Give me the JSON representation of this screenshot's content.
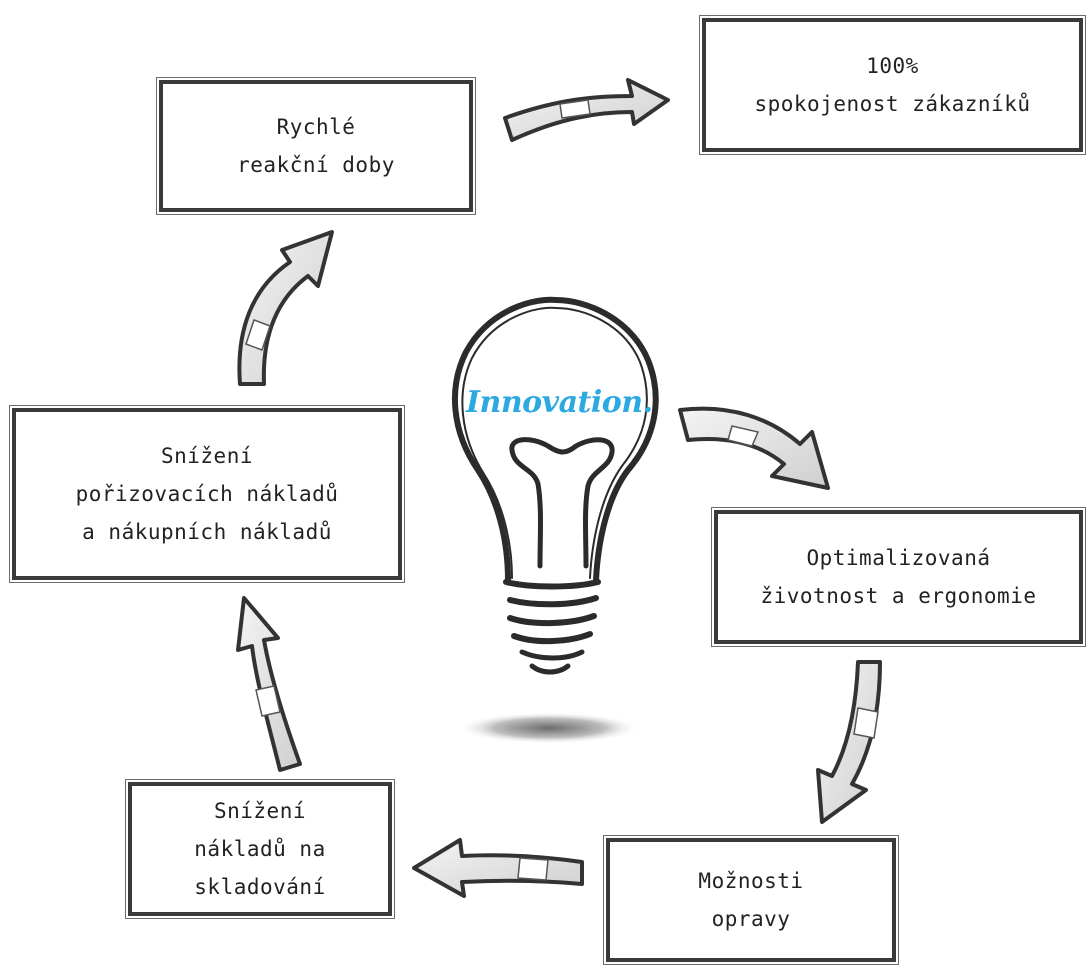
{
  "nodes": [
    {
      "id": "rychle",
      "lines": [
        "Rychlé",
        "reakční doby"
      ]
    },
    {
      "id": "spokojenost",
      "lines": [
        "100%",
        "spokojenost zákazníků"
      ]
    },
    {
      "id": "zivotnost",
      "lines": [
        "Optimalizovaná",
        "životnost a ergonomie"
      ]
    },
    {
      "id": "opravy",
      "lines": [
        "Možnosti",
        "opravy"
      ]
    },
    {
      "id": "skladovani",
      "lines": [
        "Snížení",
        "nákladů na",
        "skladování"
      ]
    },
    {
      "id": "porizovaci",
      "lines": [
        "Snížení",
        "pořizovacích nákladů",
        "a nákupních nákladů"
      ]
    }
  ],
  "center": {
    "label": "Innovation."
  },
  "colors": {
    "accent": "#2ca9e1",
    "ink": "#3a3a3a"
  }
}
